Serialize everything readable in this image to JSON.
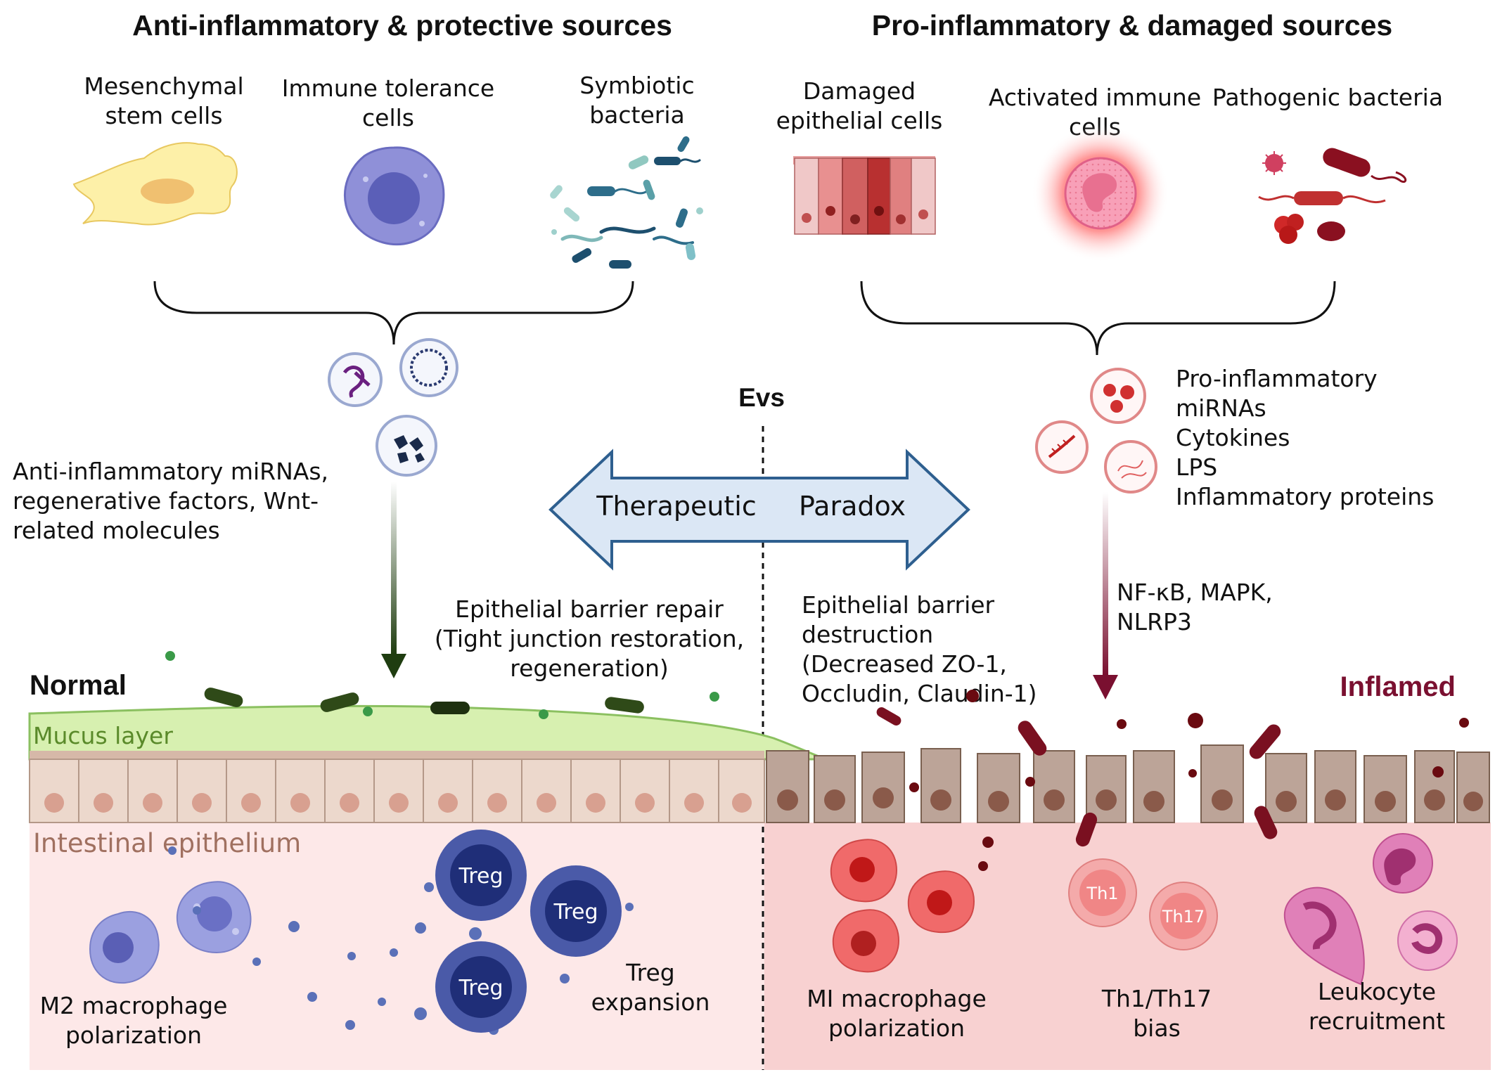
{
  "headers": {
    "left": "Anti-inflammatory & protective sources",
    "right": "Pro-inflammatory & damaged sources"
  },
  "sources_left": {
    "msc": [
      "Mesenchymal",
      "stem cells"
    ],
    "immune_tolerance": [
      "Immune tolerance",
      "cells"
    ],
    "symbiotic": [
      "Symbiotic",
      "bacteria"
    ]
  },
  "sources_right": {
    "damaged_epithelial": [
      "Damaged",
      "epithelial cells"
    ],
    "activated_immune": [
      "Activated immune",
      "cells"
    ],
    "pathogenic": "Pathogenic bacteria"
  },
  "evs_label": "Evs",
  "arrow": {
    "left": "Therapeutic",
    "right": "Paradox"
  },
  "cargo_left": [
    "Anti-inflammatory miRNAs,",
    "regenerative factors, Wnt-",
    "related molecules"
  ],
  "cargo_right": [
    "Pro-inflammatory",
    "miRNAs",
    "Cytokines",
    "LPS",
    "Inflammatory proteins"
  ],
  "pathways": [
    "NF-κB, MAPK,",
    "NLRP3"
  ],
  "barrier_repair": [
    "Epithelial barrier repair",
    "(Tight junction restoration,",
    "regeneration)"
  ],
  "barrier_destruction": [
    "Epithelial barrier",
    "destruction",
    "(Decreased ZO-1,",
    "Occludin, Claudin-1)"
  ],
  "state_left": "Normal",
  "state_right": "Inflamed",
  "mucus_label": "Mucus layer",
  "epithelium_label": "Intestinal epithelium",
  "treg_label": "Treg",
  "th1_label": "Th1",
  "th17_label": "Th17",
  "outcomes_left": {
    "m2": [
      "M2 macrophage",
      "polarization"
    ],
    "treg": [
      "Treg",
      "expansion"
    ]
  },
  "outcomes_right": {
    "m1": [
      "MI macrophage",
      "polarization"
    ],
    "th": [
      "Th1/Th17",
      "bias"
    ],
    "leukocyte": [
      "Leukocyte",
      "recruitment"
    ]
  },
  "colors": {
    "normal_green": "#1f3d10",
    "inflamed_red": "#7a1030",
    "mucus": "#d7f0b0",
    "epithelium_bg": "#fde7e7",
    "inflamed_bg": "#f9d0d0",
    "arrow_fill": "#dbe7f5",
    "arrow_stroke": "#2e5f8f",
    "treg_blue": "#3a4d9a"
  }
}
